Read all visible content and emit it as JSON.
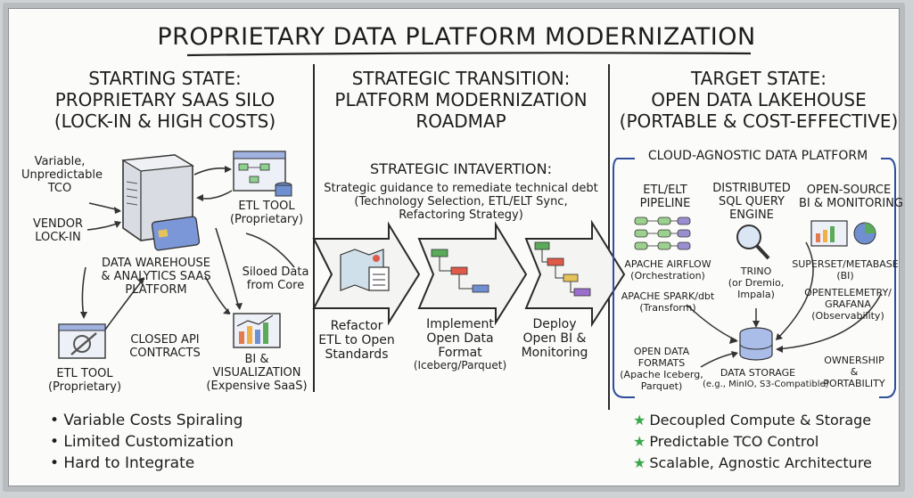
{
  "title": "PROPRIETARY DATA PLATFORM MODERNIZATION",
  "left": {
    "heading": [
      "STARTING STATE:",
      "PROPRIETARY SAAS SILO",
      "(LOCK-IN & HIGH COSTS)"
    ],
    "variable_tco": [
      "Variable,",
      "Unpredictable",
      "TCO"
    ],
    "vendor_lockin": [
      "VENDOR",
      "LOCK-IN"
    ],
    "etl_tool_top": [
      "ETL TOOL",
      "(Proprietary)"
    ],
    "warehouse": [
      "DATA WAREHOUSE",
      "& ANALYTICS SAAS",
      "PLATFORM"
    ],
    "siloed": [
      "Siloed Data",
      "from Core"
    ],
    "closed_api": [
      "CLOSED API",
      "CONTRACTS"
    ],
    "etl_tool_bottom": [
      "ETL TOOL",
      "(Proprietary)"
    ],
    "bi_viz": [
      "BI &",
      "VISUALIZATION",
      "(Expensive SaaS)"
    ],
    "bullets": [
      "• Variable Costs Spiraling",
      "• Limited Customization",
      "• Hard to Integrate"
    ]
  },
  "middle": {
    "heading": [
      "STRATEGIC TRANSITION:",
      "PLATFORM MODERNIZATION",
      "ROADMAP"
    ],
    "intervention_title": "STRATEGIC INTAVERTION:",
    "intervention_text": [
      "Strategic guidance to remediate technical debt",
      "(Technology Selection, ETL/ELT Sync,",
      "Refactoring Strategy)"
    ],
    "steps": [
      {
        "label": [
          "Refactor",
          "ETL to Open",
          "Standards"
        ]
      },
      {
        "label": [
          "Implement",
          "Open Data",
          "Format",
          "(Iceberg/Parquet)"
        ]
      },
      {
        "label": [
          "Deploy",
          "Open BI &",
          "Monitoring"
        ]
      }
    ]
  },
  "right": {
    "heading": [
      "TARGET STATE:",
      "OPEN DATA LAKEHOUSE",
      "(PORTABLE & COST-EFFECTIVE)"
    ],
    "platform_title": "CLOUD-AGNOSTIC DATA PLATFORM",
    "etl_pipeline": [
      "ETL/ELT",
      "PIPELINE"
    ],
    "sql_engine": [
      "DISTRIBUTED",
      "SQL QUERY",
      "ENGINE"
    ],
    "bi_monitoring": [
      "OPEN-SOURCE",
      "BI & MONITORING"
    ],
    "airflow": [
      "APACHE AIRFLOW",
      "(Orchestration)"
    ],
    "spark": [
      "APACHE SPARK/dbt",
      "(Transform)"
    ],
    "trino": [
      "TRINO",
      "(or Dremio,",
      "Impala)"
    ],
    "superset": [
      "SUPERSET/METABASE",
      "(BI)"
    ],
    "otel": [
      "OPENTELEMETRY/",
      "GRAFANA",
      "(Observability)"
    ],
    "open_formats": [
      "OPEN DATA",
      "FORMATS",
      "(Apache Iceberg,",
      "Parquet)"
    ],
    "storage": [
      "DATA STORAGE",
      "(e.g., MinIO, S3-Compatible)"
    ],
    "ownership": [
      "OWNERSHIP",
      "&",
      "PORTABILITY"
    ],
    "benefits": [
      "Decoupled Compute & Storage",
      "Predictable TCO Control",
      "Scalable, Agnostic Architecture"
    ]
  },
  "colors": {
    "star": "#3aa84a",
    "platform_border": "#2f4f9c",
    "ink": "#1d1d1d"
  }
}
